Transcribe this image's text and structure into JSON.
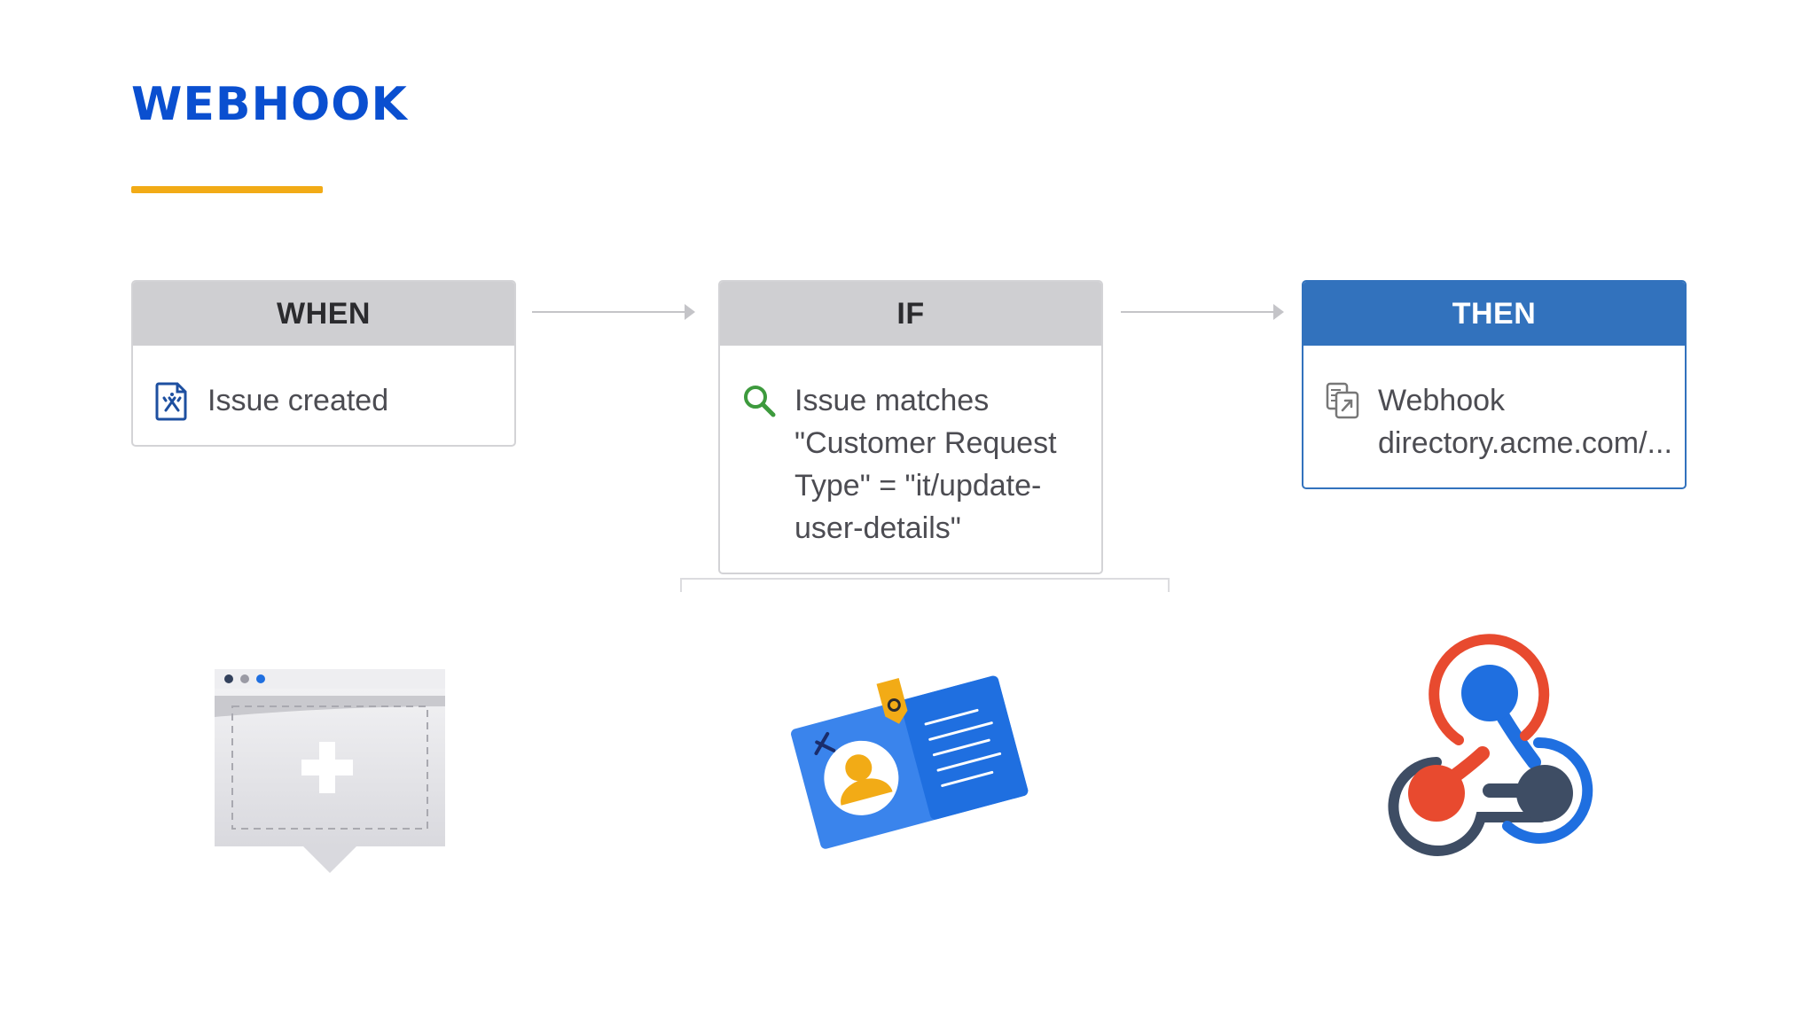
{
  "title": "WEBHOOK",
  "colors": {
    "title": "#0a4fd0",
    "underline": "#f2ab16",
    "then_header": "#3272bd",
    "header_gray": "#cfcfd2"
  },
  "steps": [
    {
      "header": "WHEN",
      "icon": "issue-document-icon",
      "lines": [
        "Issue created"
      ]
    },
    {
      "header": "IF",
      "icon": "search-icon",
      "lines": [
        "Issue matches",
        "\"Customer Request",
        "Type\" = \"it/update-",
        "user-details\""
      ]
    },
    {
      "header": "THEN",
      "icon": "webhook-document-icon",
      "lines": [
        "Webhook",
        "directory.acme.com/..."
      ]
    }
  ],
  "illustrations": [
    {
      "name": "issue-created-illustration"
    },
    {
      "name": "id-card-illustration"
    },
    {
      "name": "webhook-logo-illustration"
    }
  ]
}
